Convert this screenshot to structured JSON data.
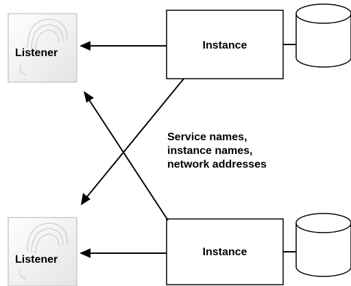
{
  "listeners": [
    {
      "label": "Listener"
    },
    {
      "label": "Listener"
    }
  ],
  "instances": [
    {
      "label": "Instance"
    },
    {
      "label": "Instance"
    }
  ],
  "connection_caption": [
    "Service names,",
    "instance names,",
    "network addresses"
  ]
}
